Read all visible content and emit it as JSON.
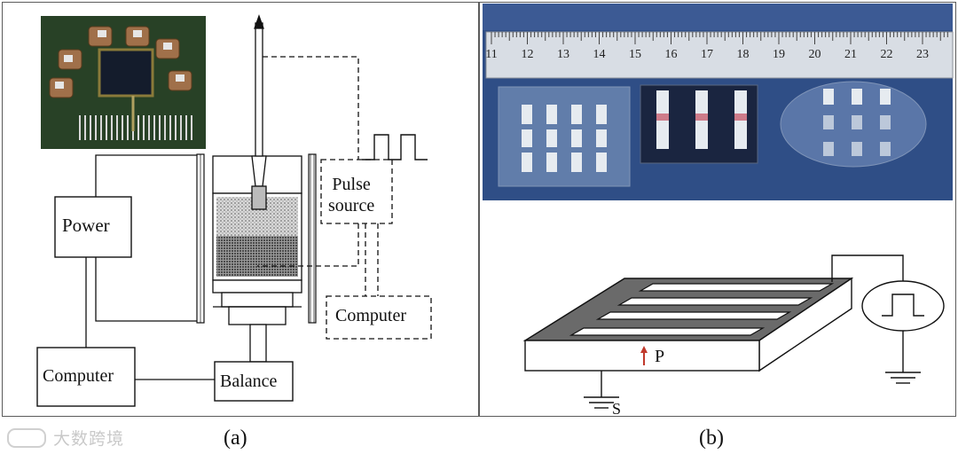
{
  "panel_a": {
    "caption": "(a)",
    "labels": {
      "power": "Power",
      "computer_left": "Computer",
      "balance": "Balance",
      "pulse_source": "Pulse\nsource",
      "computer_right": "Computer"
    }
  },
  "panel_b": {
    "caption": "(b)",
    "ruler_ticks": [
      "11",
      "12",
      "13",
      "14",
      "15",
      "16",
      "17",
      "18",
      "19",
      "20",
      "21",
      "22",
      "23"
    ],
    "labels": {
      "polarization": "P",
      "ground": "S"
    }
  },
  "watermark": "大数跨境",
  "colors": {
    "frame": "#5b5b5b",
    "photo_bg": "#2f4e86",
    "ink": "#111111"
  }
}
